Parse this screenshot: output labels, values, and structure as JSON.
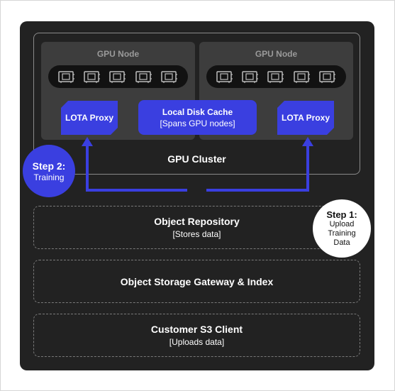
{
  "gpu_nodes": [
    {
      "title": "GPU Node",
      "gpu_count": 5
    },
    {
      "title": "GPU Node",
      "gpu_count": 5
    }
  ],
  "proxies": [
    {
      "label": "LOTA Proxy"
    },
    {
      "label": "LOTA Proxy"
    }
  ],
  "cache": {
    "title": "Local Disk Cache",
    "subtitle": "[Spans GPU nodes]"
  },
  "cluster": {
    "label": "GPU Cluster"
  },
  "layers": {
    "repository": {
      "title": "Object Repository",
      "subtitle": "[Stores data]"
    },
    "gateway": {
      "title": "Object Storage Gateway & Index"
    },
    "client": {
      "title": "Customer S3 Client",
      "subtitle": "[Uploads data]"
    }
  },
  "steps": {
    "step2": {
      "title": "Step 2:",
      "text": "Training"
    },
    "step1": {
      "title": "Step 1:",
      "line1": "Upload",
      "line2": "Training",
      "line3": "Data"
    }
  },
  "colors": {
    "accent": "#3a3fe0",
    "panel": "#222222",
    "node": "#3d3d3d"
  },
  "icons": {
    "gpu": "gpu-card-icon"
  }
}
